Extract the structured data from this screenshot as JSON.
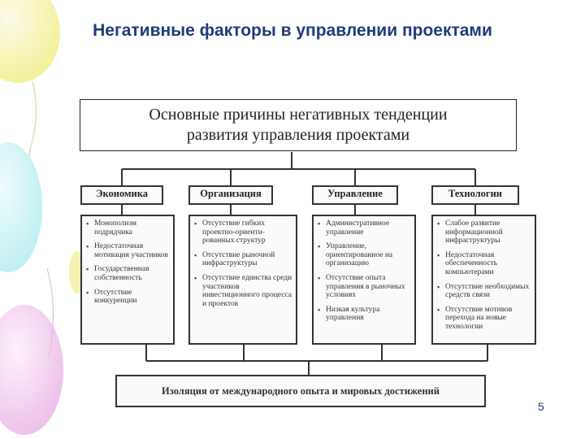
{
  "slide": {
    "title": "Негативные факторы в управлении проектами",
    "page_number": "5"
  },
  "diagram": {
    "main_box": {
      "line1": "Основные причины негативных тенденции",
      "line2": "развития управления проектами"
    },
    "categories": [
      {
        "label": "Экономика",
        "items": [
          "Монополизм подрядчика",
          "Недостаточная мотивация участников",
          "Государственная собственность",
          "Отсутствие конкуренции"
        ]
      },
      {
        "label": "Организация",
        "items": [
          "Отсутствие гибких проектно-ориенти-рованных структур",
          "Отсутствие рыночной инфраструктуры",
          "Отсутствие единства среди участников инвестиционного процесса и проектов"
        ]
      },
      {
        "label": "Управление",
        "items": [
          "Административное управление",
          "Управление, ориентированное на организацию",
          "Отсутствие опыта управления в рыночных условиях",
          "Низкая культура управления"
        ]
      },
      {
        "label": "Технологии",
        "items": [
          "Слабое развитие информационной инфраструктуры",
          "Недостаточная обеспеченность компьютерами",
          "Отсутствие необходимых средств связи",
          "Отсутствие мотивов перехода на новые технологии"
        ]
      }
    ],
    "bottom_box": "Изоляция от международного опыта и мировых достижений"
  }
}
